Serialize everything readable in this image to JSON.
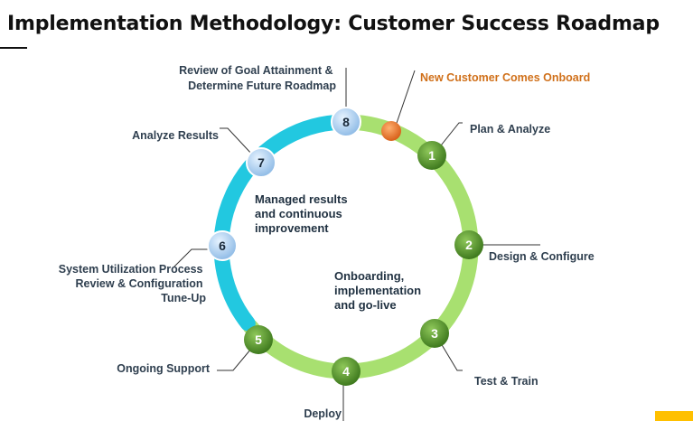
{
  "title": "Implementation Methodology: Customer Success Roadmap",
  "colors": {
    "ring_green": "#a8e070",
    "ring_cyan": "#22c8e0",
    "node_green": "#4f8a2a",
    "node_blue": "#a9cff0",
    "node_orange": "#e8782a",
    "accent_yellow": "#ffc000"
  },
  "start_label": "New Customer Comes Onboard",
  "steps": [
    {
      "num": "1",
      "label": [
        "Plan & Analyze"
      ]
    },
    {
      "num": "2",
      "label": [
        "Design & Configure"
      ]
    },
    {
      "num": "3",
      "label": [
        "Test & Train"
      ]
    },
    {
      "num": "4",
      "label": [
        "Deploy"
      ]
    },
    {
      "num": "5",
      "label": [
        "Ongoing Support"
      ]
    },
    {
      "num": "6",
      "label": [
        "System Utilization Process",
        "Review & Configuration",
        "Tune-Up"
      ]
    },
    {
      "num": "7",
      "label": [
        "Analyze Results"
      ]
    },
    {
      "num": "8",
      "label": [
        "Review of Goal Attainment &",
        "Determine Future Roadmap"
      ]
    }
  ],
  "phases": {
    "managed": [
      "Managed results",
      "and continuous",
      "improvement"
    ],
    "onboarding": [
      "Onboarding,",
      "implementation",
      "and go-live"
    ]
  }
}
